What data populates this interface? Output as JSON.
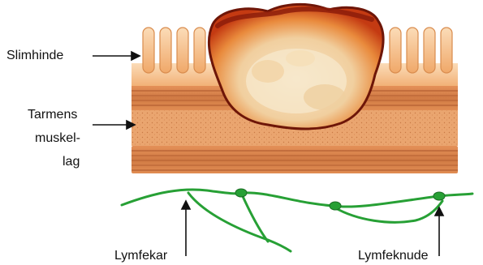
{
  "labels": {
    "mucosa": "Slimhinde",
    "muscle_line1": "Tarmens",
    "muscle_line2": "muskel-",
    "muscle_line3": "lag",
    "lymph_vessel": "Lymfekar",
    "lymph_node": "Lymfeknude"
  },
  "colors": {
    "mucosa_fill": "#f3b47a",
    "mucosa_light": "#fbdcb8",
    "muscle_band": "#d9834d",
    "muscle_line": "#a9542a",
    "submucosa": "#e9a06b",
    "tumor_dark": "#6e1608",
    "tumor_red": "#c43a12",
    "tumor_orange": "#e98a3c",
    "tumor_cream": "#f4dfbf",
    "lymph_green": "#27a035",
    "lymph_dark": "#1b6e25",
    "arrow": "#111111"
  }
}
